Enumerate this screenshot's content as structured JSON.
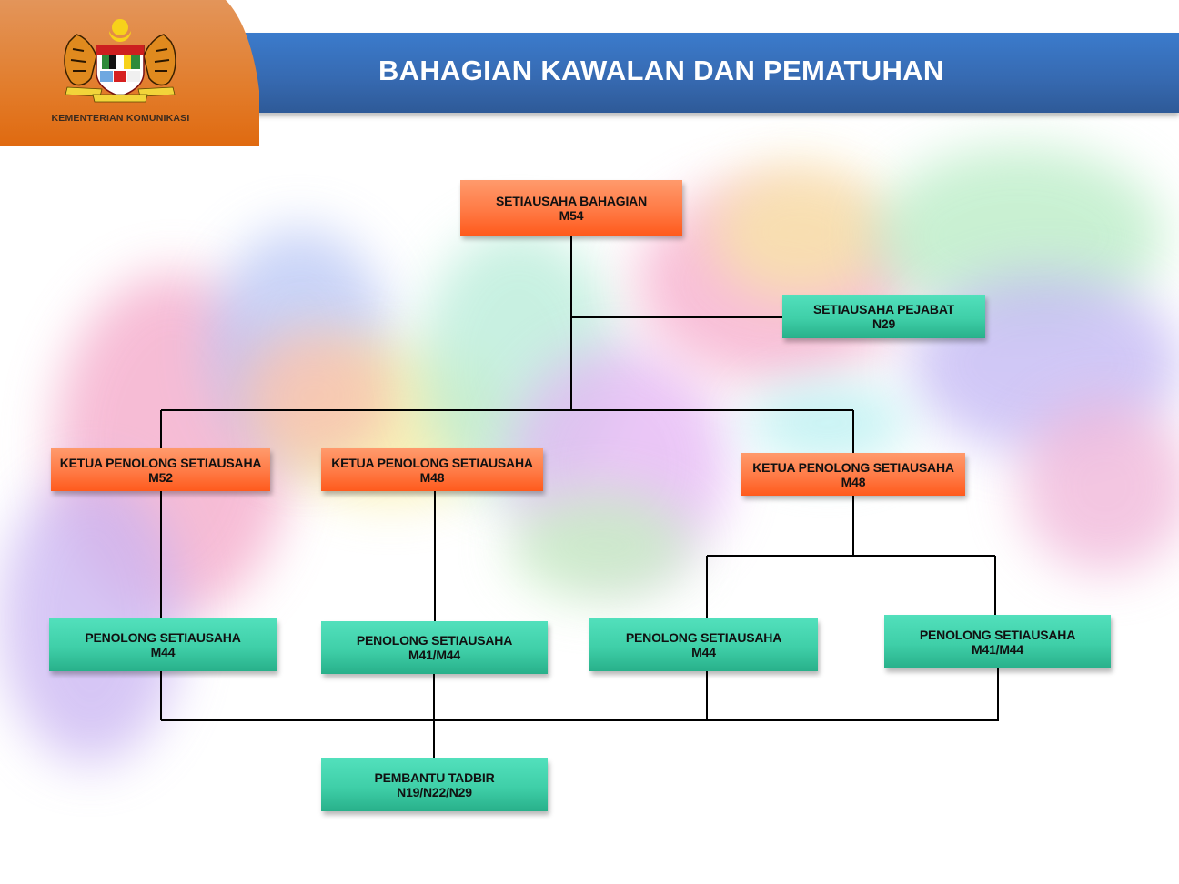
{
  "header": {
    "ministry_name": "KEMENTERIAN KOMUNIKASI",
    "title": "BAHAGIAN KAWALAN DAN PEMATUHAN",
    "logo_icon": "malaysia-coat-of-arms-icon",
    "colors": {
      "logo_panel": "#e27d2c",
      "title_bar": "#3669b0"
    }
  },
  "colors": {
    "orange_box": "#ff7a45",
    "green_box": "#3fcfa8",
    "connector": "#000000"
  },
  "org_chart": {
    "nodes": [
      {
        "id": "sb",
        "title": "SETIAUSAHA BAHAGIAN",
        "grade": "M54",
        "color": "orange"
      },
      {
        "id": "sp",
        "title": "SETIAUSAHA PEJABAT",
        "grade": "N29",
        "color": "green"
      },
      {
        "id": "kps1",
        "title": "KETUA PENOLONG SETIAUSAHA",
        "grade": "M52",
        "color": "orange"
      },
      {
        "id": "kps2",
        "title": "KETUA PENOLONG SETIAUSAHA",
        "grade": "M48",
        "color": "orange"
      },
      {
        "id": "kps3",
        "title": "KETUA PENOLONG SETIAUSAHA",
        "grade": "M48",
        "color": "orange"
      },
      {
        "id": "ps1",
        "title": "PENOLONG SETIAUSAHA",
        "grade": "M44",
        "color": "green"
      },
      {
        "id": "ps2",
        "title": "PENOLONG SETIAUSAHA",
        "grade": "M41/M44",
        "color": "green"
      },
      {
        "id": "ps3",
        "title": "PENOLONG SETIAUSAHA",
        "grade": "M44",
        "color": "green"
      },
      {
        "id": "ps4",
        "title": "PENOLONG SETIAUSAHA",
        "grade": "M41/M44",
        "color": "green"
      },
      {
        "id": "pt",
        "title": "PEMBANTU TADBIR",
        "grade": "N19/N22/N29",
        "color": "green"
      }
    ],
    "edges": [
      [
        "sb",
        "sp"
      ],
      [
        "sb",
        "kps1"
      ],
      [
        "sb",
        "kps2"
      ],
      [
        "sb",
        "kps3"
      ],
      [
        "kps1",
        "ps1"
      ],
      [
        "kps2",
        "ps2"
      ],
      [
        "kps3",
        "ps3"
      ],
      [
        "kps3",
        "ps4"
      ],
      [
        "ps1",
        "pt"
      ],
      [
        "ps2",
        "pt"
      ],
      [
        "ps3",
        "pt"
      ],
      [
        "ps4",
        "pt"
      ]
    ]
  }
}
